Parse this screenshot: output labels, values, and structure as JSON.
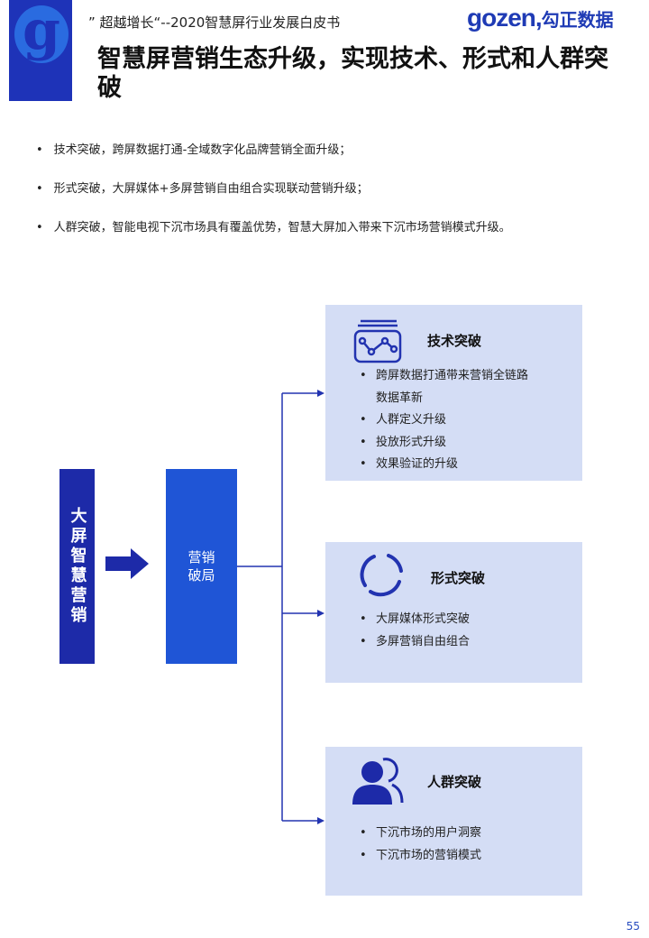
{
  "header": {
    "subtitle": "” 超越增长“--2020智慧屏行业发展白皮书",
    "brand_latin": "gozen,",
    "brand_cn": "勾正数据",
    "logo_letter": "g"
  },
  "title": "智慧屏营销生态升级，实现技术、形式和人群突破",
  "bullets": [
    "技术突破，跨屏数据打通-全域数字化品牌营销全面升级；",
    "形式突破，大屏媒体+多屏营销自由组合实现联动营销升级；",
    "人群突破，智能电视下沉市场具有覆盖优势，智慧大屏加入带来下沉市场营销模式升级。"
  ],
  "diagram": {
    "root": "大屏智慧营销",
    "middle": "营销破局",
    "cards": [
      {
        "title": "技术突破",
        "icon": "chart-line-icon",
        "items": [
          "跨屏数据打通带来营销全链路数据革新",
          "人群定义升级",
          "投放形式升级",
          "效果验证的升级"
        ]
      },
      {
        "title": "形式突破",
        "icon": "circle-arcs-icon",
        "items": [
          "大屏媒体形式突破",
          "多屏营销自由组合"
        ]
      },
      {
        "title": "人群突破",
        "icon": "users-icon",
        "items": [
          "下沉市场的用户洞察",
          "下沉市场的营销模式"
        ]
      }
    ]
  },
  "page_number": "55"
}
